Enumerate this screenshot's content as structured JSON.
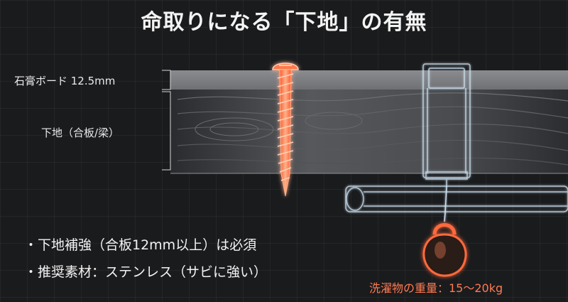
{
  "title": "命取りになる「下地」の有無",
  "labels": {
    "gypsum_board": "石膏ボード 12.5mm",
    "substrate": "下地（合板/梁）"
  },
  "bullets": [
    "・下地補強（合板12mm以上）は必須",
    "・推奨素材：ステンレス（サビに強い）"
  ],
  "weight_caption": "洗濯物の重量：15～20kg",
  "colors": {
    "accent": "#ff6a3d",
    "background": "#1a1b1d",
    "wireframe": "#cfe3f2"
  }
}
